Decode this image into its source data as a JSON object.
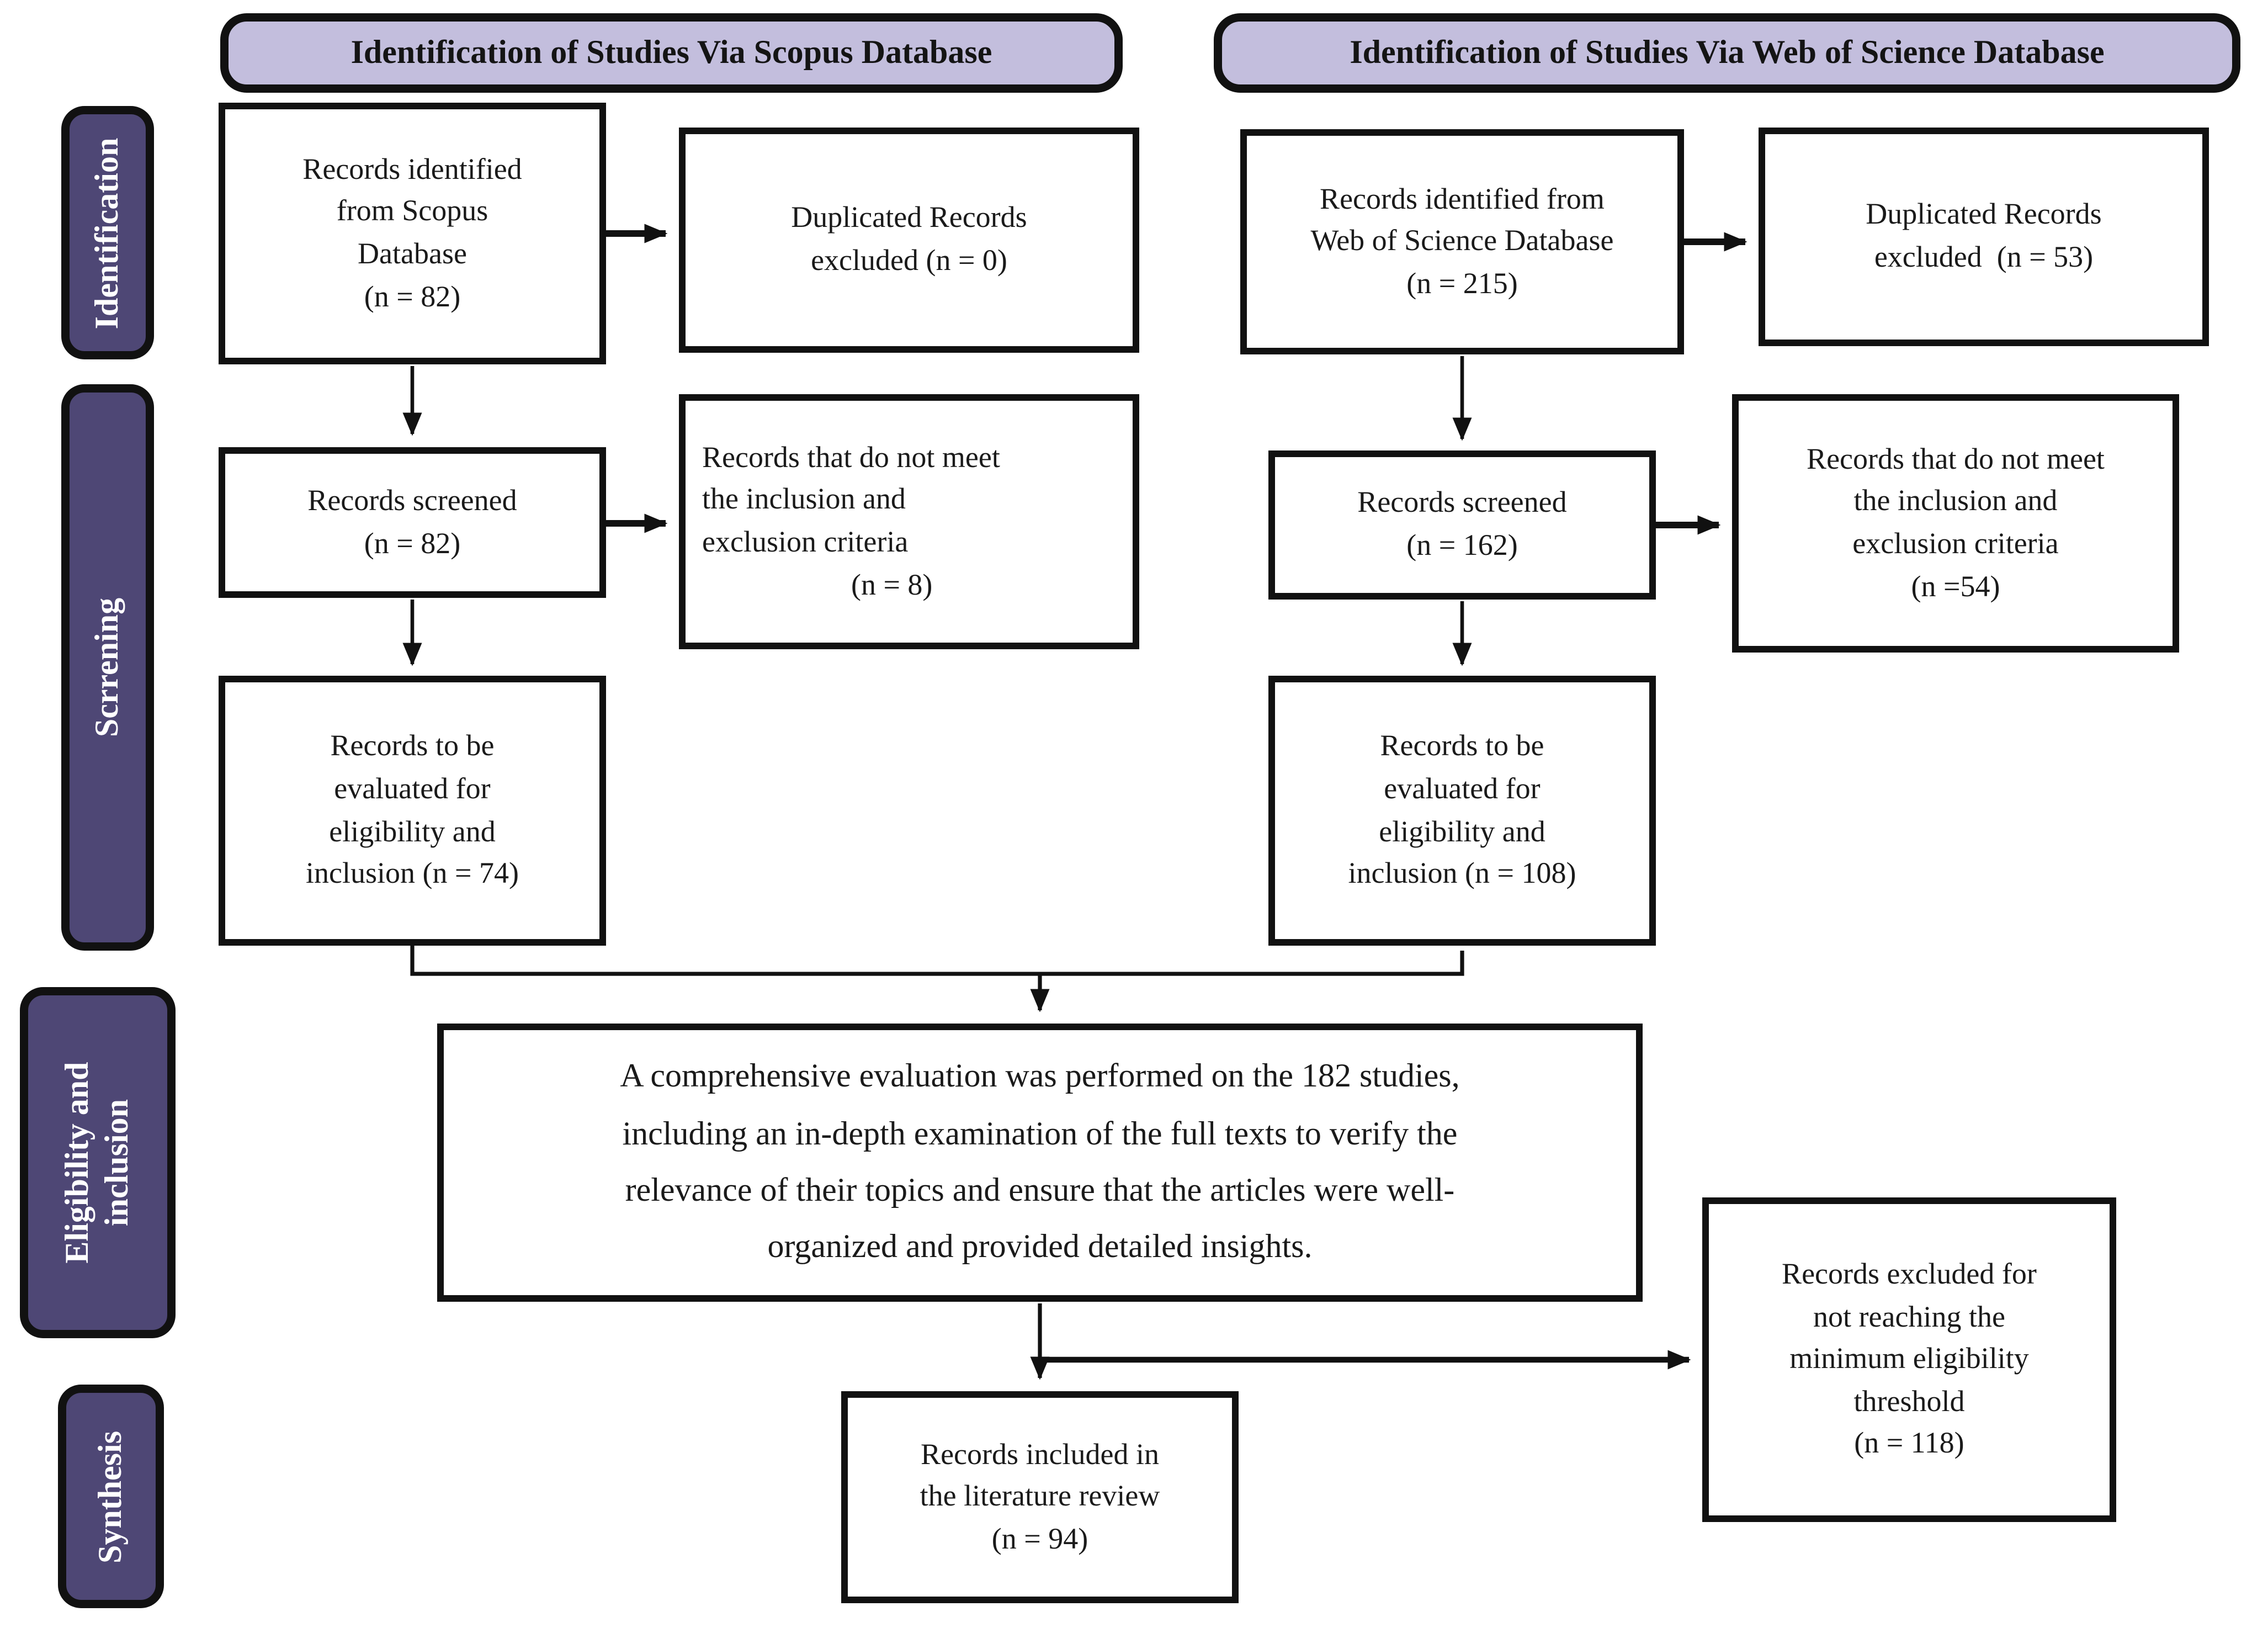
{
  "colors": {
    "pill_bg": "#c3bedd",
    "sidebar_bg": "#4e4775",
    "border": "#111111",
    "text": "#1a1a1a",
    "sidebar_text": "#ffffff",
    "background": "#ffffff"
  },
  "headers": {
    "scopus": "Identification of Studies Via Scopus Database",
    "wos": "Identification of Studies Via Web of Science  Database"
  },
  "sidebar": {
    "identification": "Identification",
    "screening": "Scrrening",
    "eligibility": "Eligibility and\ninclusion",
    "synthesis": "Synthesis"
  },
  "scopus": {
    "records": "Records identified\nfrom Scopus\nDatabase\n(n = 82)",
    "duplicates": "Duplicated Records\nexcluded (n = 0)",
    "screened": "Records screened\n(n = 82)",
    "criteria": "Records that do not meet\nthe inclusion and\nexclusion criteria\n                    (n = 8)",
    "evaluated": "Records to be\nevaluated for\neligibility and\ninclusion (n = 74)"
  },
  "wos": {
    "records": "Records identified from\nWeb of Science Database\n(n = 215)",
    "duplicates": "Duplicated Records\nexcluded  (n = 53)",
    "screened": "Records screened\n(n = 162)",
    "criteria": "Records that do not meet\nthe inclusion and\nexclusion criteria\n(n =54)",
    "evaluated": "Records to be\nevaluated for\neligibility and\ninclusion (n = 108)"
  },
  "synthesis": {
    "evaluation": "A comprehensive evaluation was performed on the 182 studies,\nincluding an in-depth examination of the full texts to verify the\nrelevance of their topics and ensure that the articles were well-\norganized and provided detailed insights.",
    "included": "Records included in\nthe literature review\n(n = 94)",
    "excluded": "Records excluded for\nnot reaching the\nminimum eligibility\nthreshold\n(n = 118)"
  }
}
